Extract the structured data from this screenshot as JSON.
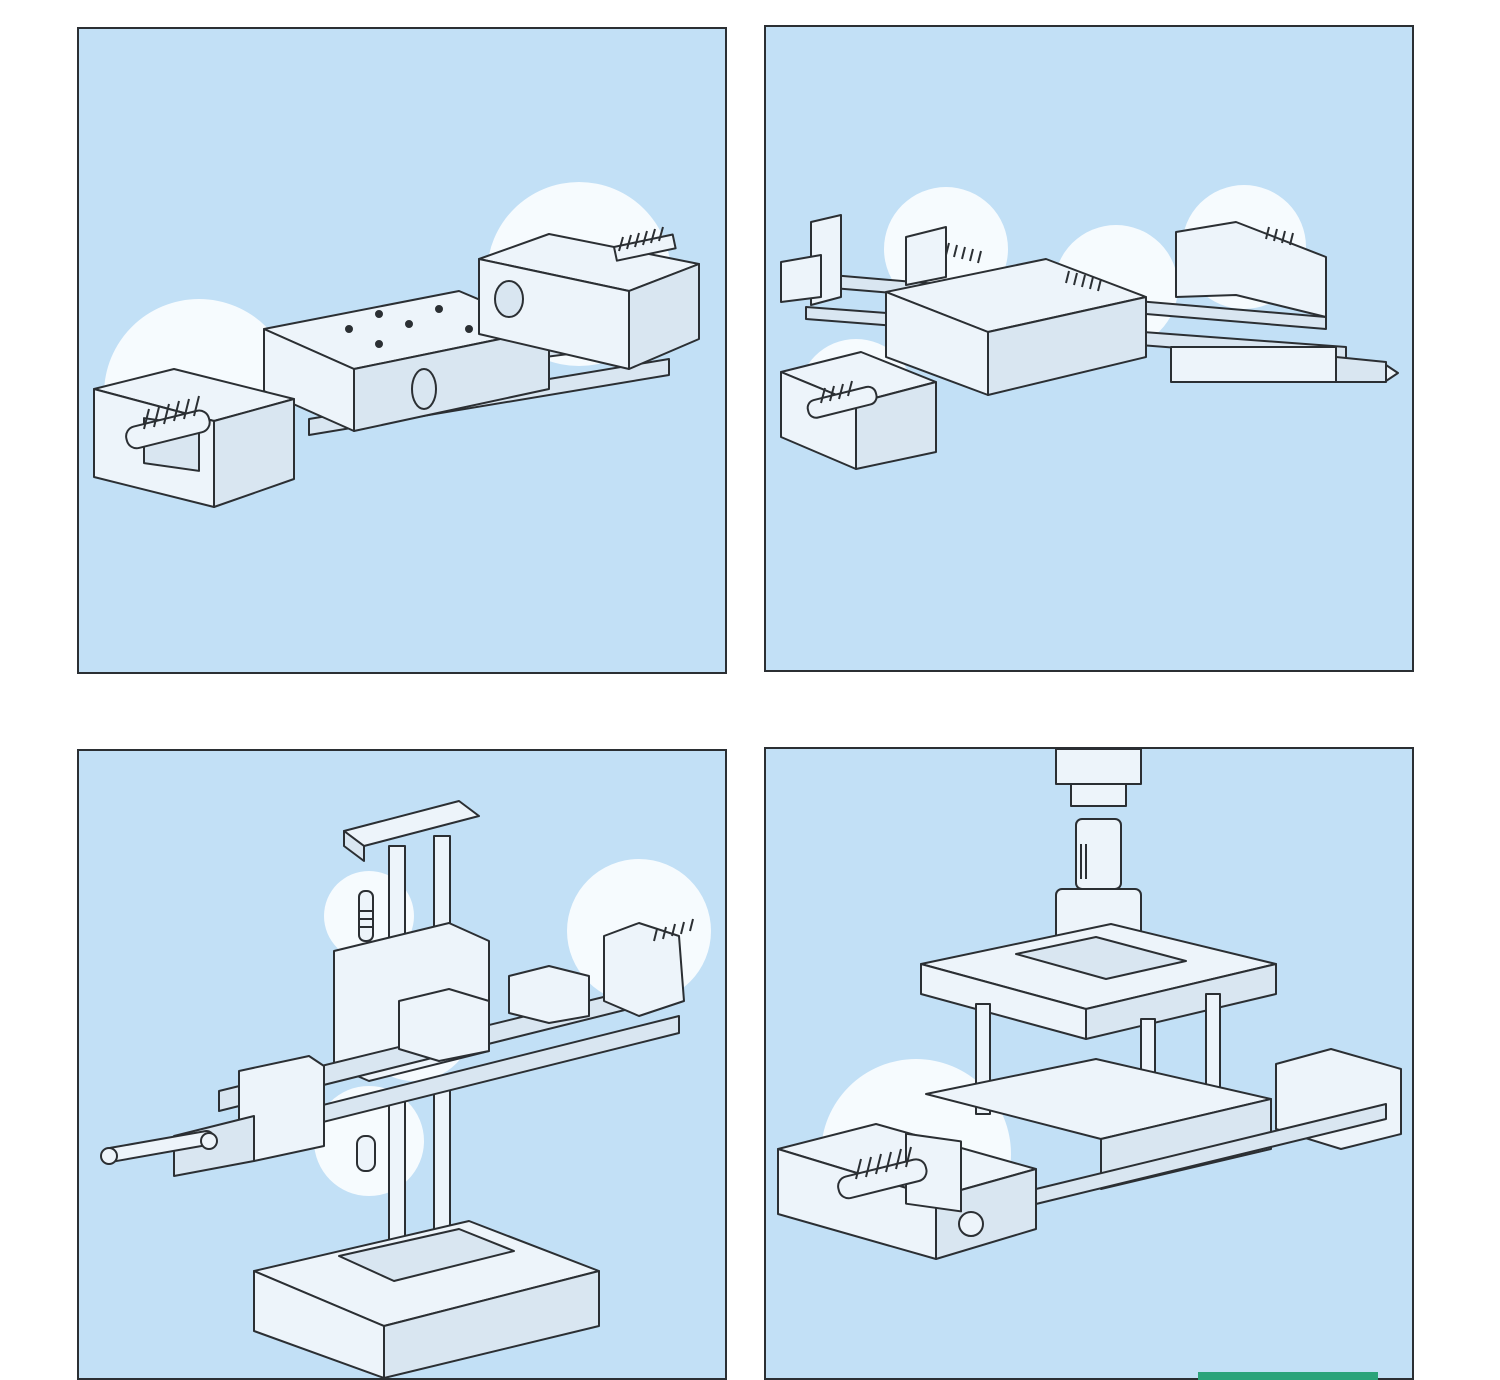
{
  "colors": {
    "panel_bg": "#c2e0f6",
    "part_fill": "#edf4fa",
    "part_shade": "#d9e6f1",
    "ink": "#2b2f33",
    "highlight": "#ffffff",
    "accent_strip": "#2aa37a"
  },
  "panels": [
    {
      "name": "horizontal-slide-clamp",
      "icons": [
        "block-icon",
        "screw-icon",
        "rail-icon"
      ]
    },
    {
      "name": "dual-screw-slide-with-tip",
      "icons": [
        "block-icon",
        "screw-icon",
        "probe-tip-icon"
      ]
    },
    {
      "name": "vertical-post-stand-with-arm",
      "icons": [
        "post-icon",
        "clamp-icon",
        "base-icon"
      ]
    },
    {
      "name": "press-head-with-slide",
      "icons": [
        "spindle-icon",
        "plate-icon",
        "screw-icon"
      ]
    }
  ]
}
